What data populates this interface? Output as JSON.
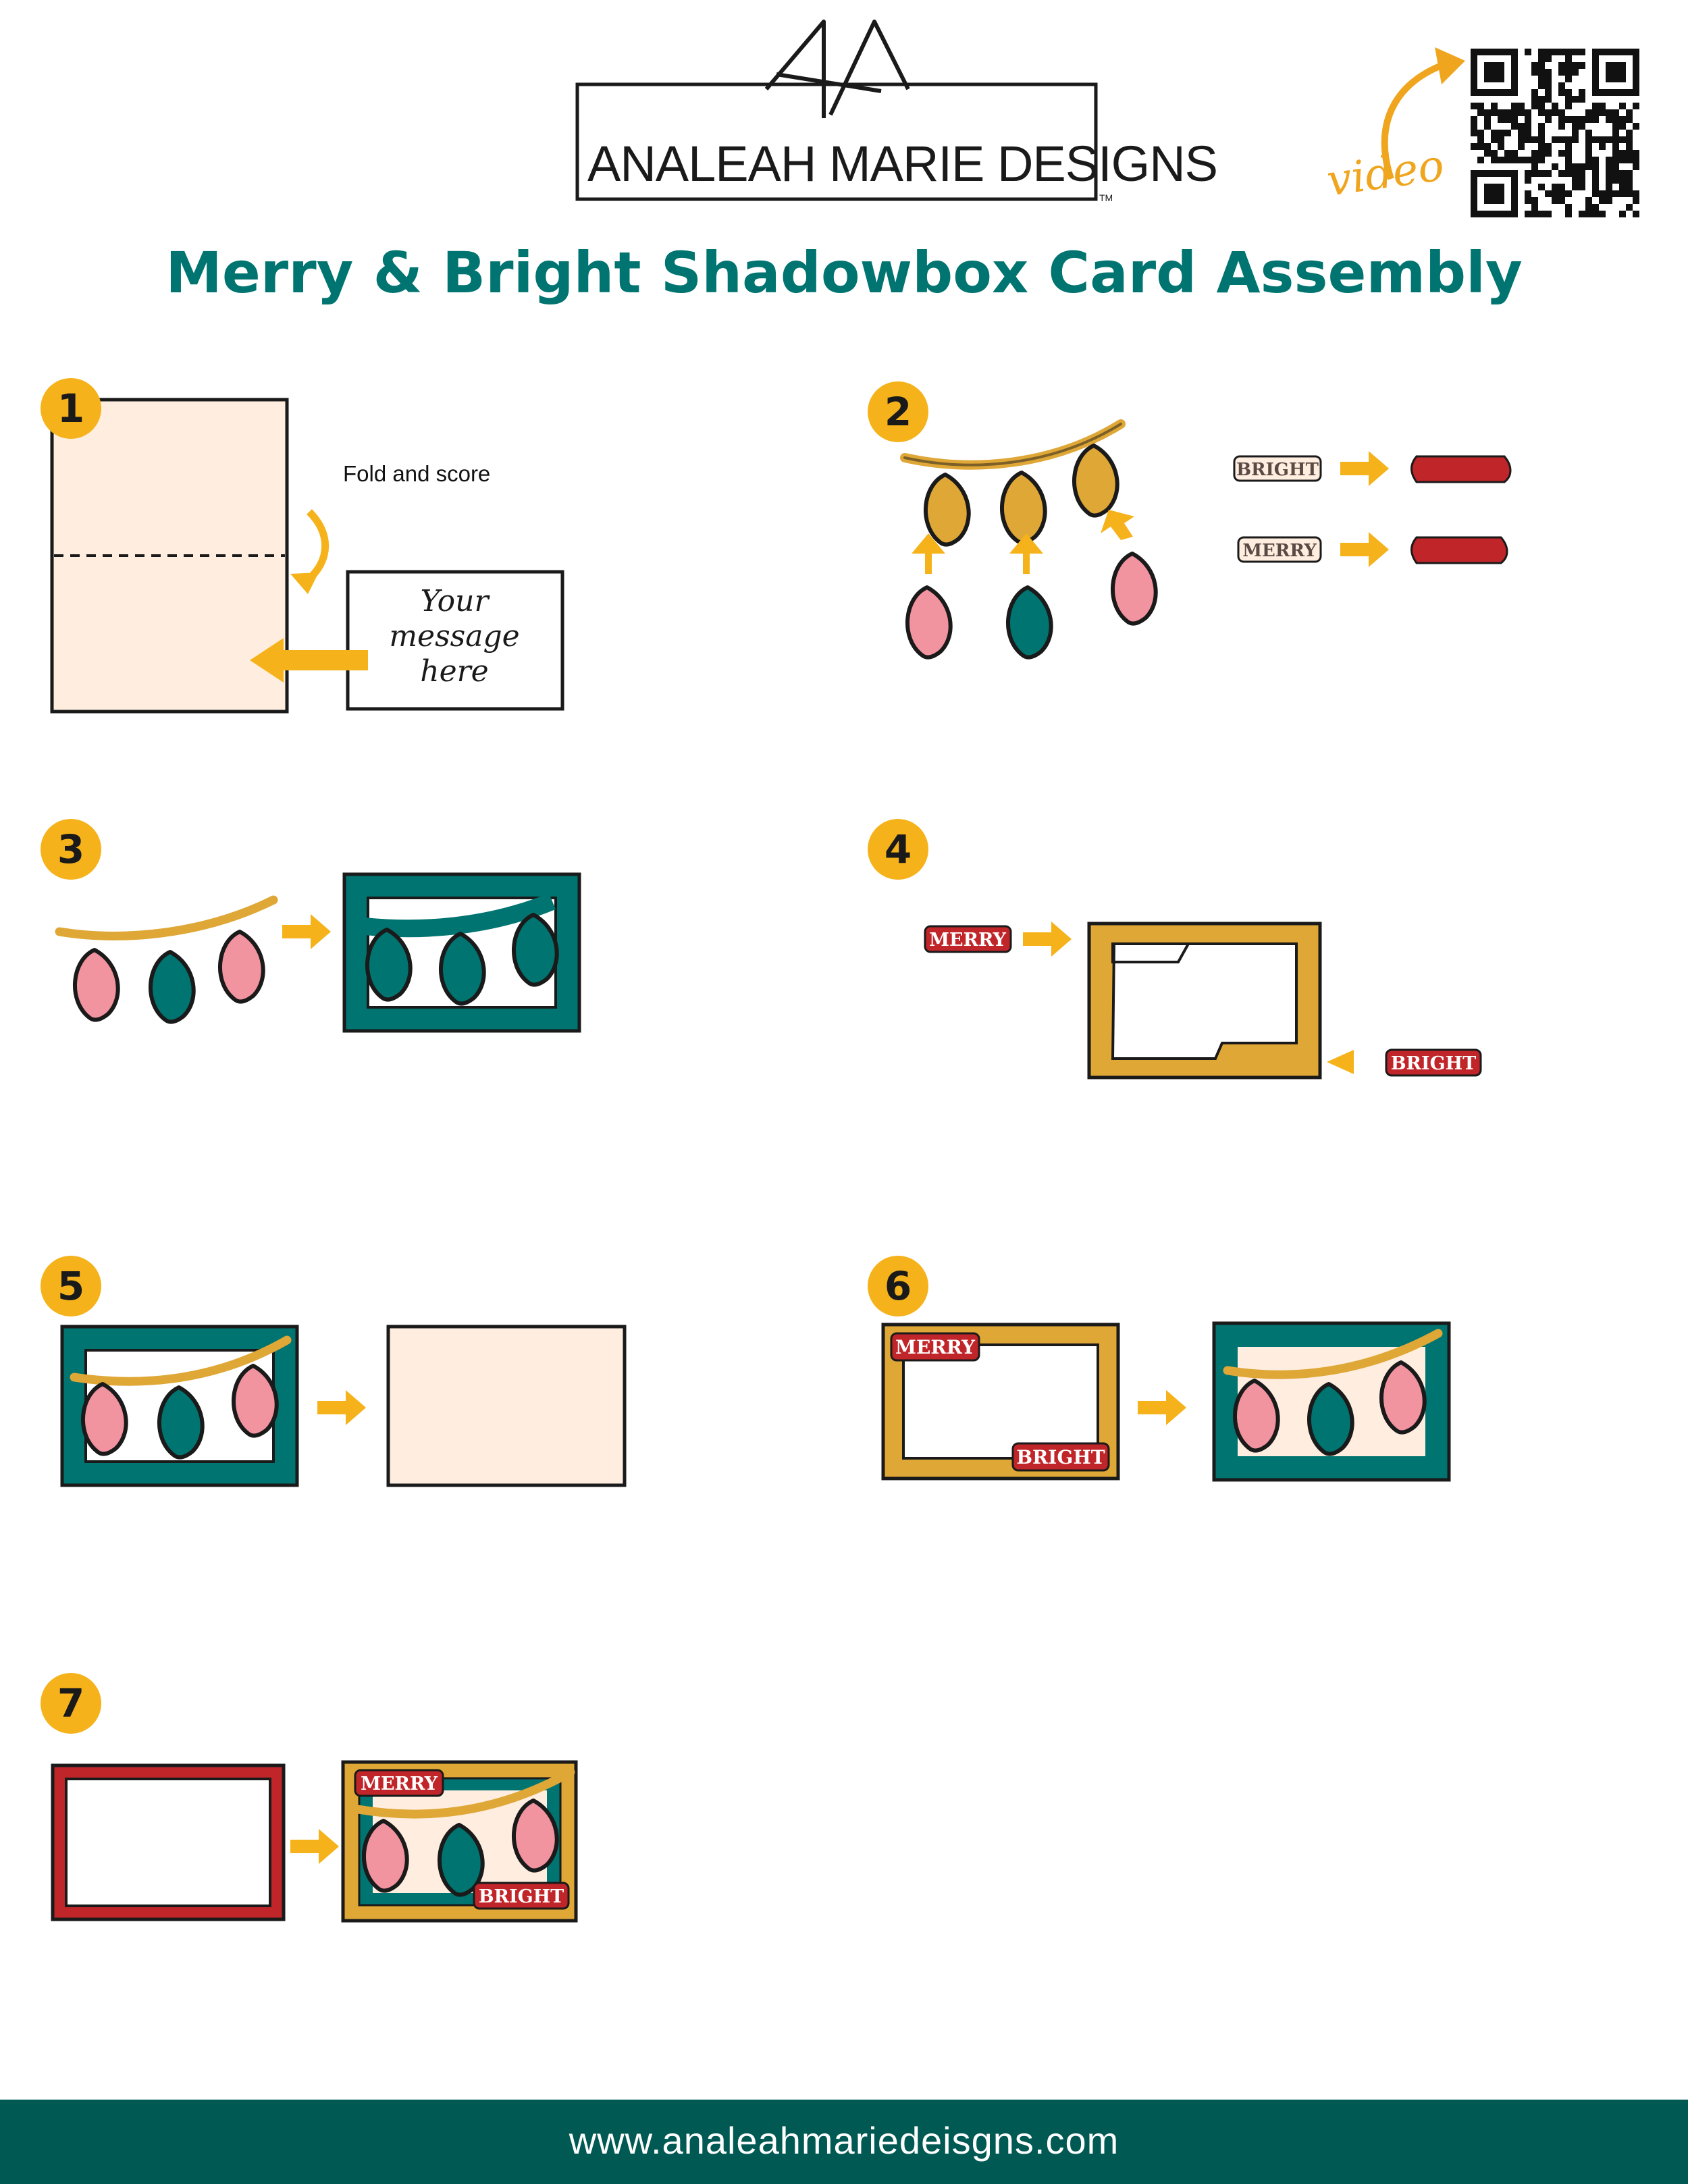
{
  "brand": {
    "name_bold": "ANALEAH MARIE",
    "name_light": " DESIGNS",
    "trademark": "TM"
  },
  "video_label": "video",
  "title": "Merry & Bright Shadowbox Card Assembly",
  "steps": {
    "s1": {
      "number": "1",
      "fold_label": "Fold and score",
      "message_line1": "Your",
      "message_line2": "message",
      "message_line3": "here"
    },
    "s2": {
      "number": "2",
      "word_bright": "BRIGHT",
      "word_merry": "MERRY"
    },
    "s3": {
      "number": "3"
    },
    "s4": {
      "number": "4",
      "word_merry": "MERRY",
      "word_bright": "BRIGHT"
    },
    "s5": {
      "number": "5"
    },
    "s6": {
      "number": "6",
      "word_merry": "MERRY",
      "word_bright": "BRIGHT"
    },
    "s7": {
      "number": "7",
      "word_merry": "MERRY",
      "word_bright": "BRIGHT"
    }
  },
  "footer_url": "www.analeahmariedeisgns.com",
  "colors": {
    "teal": "#007470",
    "gold": "#DFA736",
    "pink": "#F293A0",
    "cream": "#FFEEE0",
    "red": "#C0252A",
    "arrow": "#F5B21A",
    "footer": "#005952"
  }
}
